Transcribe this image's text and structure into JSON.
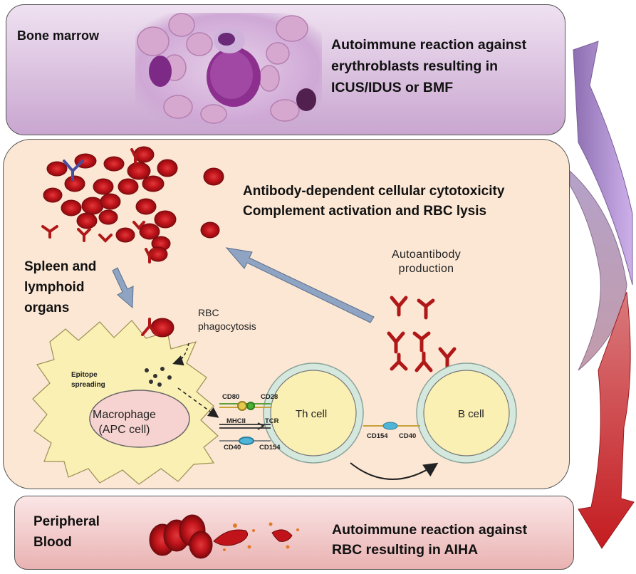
{
  "bone_marrow": {
    "title": "Bone marrow",
    "text_line1": "Autoimmune reaction against",
    "text_line2": "erythroblasts resulting in",
    "text_line3": "ICUS/IDUS or BMF"
  },
  "spleen": {
    "title_line1": "Spleen and",
    "title_line2": "lymphoid",
    "title_line3": "organs",
    "effects_line1": "Antibody-dependent cellular cytotoxicity",
    "effects_line2": "Complement activation and RBC lysis",
    "autoantibody_line1": "Autoantibody",
    "autoantibody_line2": "production",
    "phagocytosis_line1": "RBC",
    "phagocytosis_line2": "phagocytosis",
    "epitope_line1": "Epitope",
    "epitope_line2": "spreading",
    "macrophage_line1": "Macrophage",
    "macrophage_line2": "(APC cell)",
    "th_cell": "Th cell",
    "b_cell": "B cell",
    "molecules": {
      "cd80": "CD80",
      "cd28": "CD28",
      "mhcii": "MHCII",
      "tcr": "TCR",
      "cd40_left": "CD40",
      "cd154_left": "CD154",
      "cd154_right": "CD154",
      "cd40_right": "CD40"
    }
  },
  "peripheral_blood": {
    "title_line1": "Peripheral",
    "title_line2": "Blood",
    "text_line1": "Autoimmune reaction against",
    "text_line2": "RBC resulting in AIHA"
  },
  "colors": {
    "rbc": "#c0141a",
    "antibody": "#b01818",
    "bone_marrow_panel": "#d7b8dc",
    "spleen_panel": "#fbe7d4",
    "blood_panel": "#eec0c0",
    "arrow_blue": "#8fa3c2",
    "macrophage": "#fbf0b4"
  },
  "icons": [
    "bone-marrow-smear",
    "red-blood-cell",
    "antibody",
    "macrophage",
    "th-cell",
    "b-cell",
    "curved-arrow"
  ]
}
